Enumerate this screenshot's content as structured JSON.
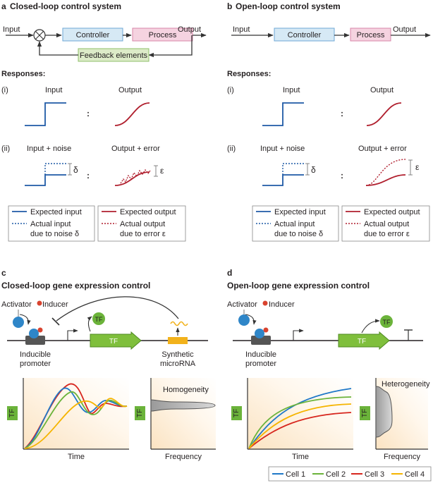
{
  "colors": {
    "blue": "#1f5aa6",
    "red": "#b01f2e",
    "controller_fill": "#d6e9f5",
    "process_fill": "#f5d3e0",
    "feedback_fill": "#dcebc8",
    "tf_green": "#6bb33a",
    "gene_green": "#7fbf3c",
    "inducer_red": "#d9432f",
    "activator_blue": "#2f86c8",
    "microrna_yellow": "#f2b21b",
    "cell1": "#1f78c8",
    "cell2": "#6bb33a",
    "cell3": "#d7261e",
    "cell4": "#f5b400"
  },
  "panel_a": {
    "letter": "a",
    "title": "Closed-loop control system",
    "input": "Input",
    "controller": "Controller",
    "process": "Process",
    "output": "Output",
    "feedback": "Feedback elements",
    "responses": "Responses:",
    "row1_tag": "(i)",
    "row1_input": "Input",
    "row1_output": "Output",
    "row2_tag": "(ii)",
    "row2_input": "Input + noise",
    "row2_output": "Output + error",
    "delta": "δ",
    "epsilon": "ε",
    "colon": ":",
    "legend": {
      "expected_input": "Expected input",
      "actual_input_1": "Actual input",
      "actual_input_2": "due to noise δ",
      "expected_output": "Expected output",
      "actual_output_1": "Actual output",
      "actual_output_2": "due to error ε"
    }
  },
  "panel_b": {
    "letter": "b",
    "title": "Open-loop control system",
    "input": "Input",
    "controller": "Controller",
    "process": "Process",
    "output": "Output",
    "responses": "Responses:",
    "row1_tag": "(i)",
    "row1_input": "Input",
    "row1_output": "Output",
    "row2_tag": "(ii)",
    "row2_input": "Input + noise",
    "row2_output": "Output + error",
    "delta": "δ",
    "epsilon": "ε",
    "colon": ":",
    "legend": {
      "expected_input": "Expected input",
      "actual_input_1": "Actual input",
      "actual_input_2": "due to noise δ",
      "expected_output": "Expected output",
      "actual_output_1": "Actual output",
      "actual_output_2": "due to error ε"
    }
  },
  "panel_c": {
    "letter": "c",
    "title": "Closed-loop gene expression control",
    "activator": "Activator",
    "inducer": "Inducer",
    "tf": "TF",
    "gene": "TF",
    "promoter_1": "Inducible",
    "promoter_2": "promoter",
    "mirna_1": "Synthetic",
    "mirna_2": "microRNA",
    "plot1_y": "TF",
    "plot1_x": "Time",
    "plot2_y": "TF",
    "plot2_x": "Frequency",
    "plot2_label": "Homogeneity"
  },
  "panel_d": {
    "letter": "d",
    "title": "Open-loop gene expression control",
    "activator": "Activator",
    "inducer": "Inducer",
    "tf": "TF",
    "gene": "TF",
    "promoter_1": "Inducible",
    "promoter_2": "promoter",
    "plot1_y": "TF",
    "plot1_x": "Time",
    "plot2_y": "TF",
    "plot2_x": "Frequency",
    "plot2_label": "Heterogeneity"
  },
  "cell_legend": [
    "Cell 1",
    "Cell 2",
    "Cell 3",
    "Cell 4"
  ]
}
